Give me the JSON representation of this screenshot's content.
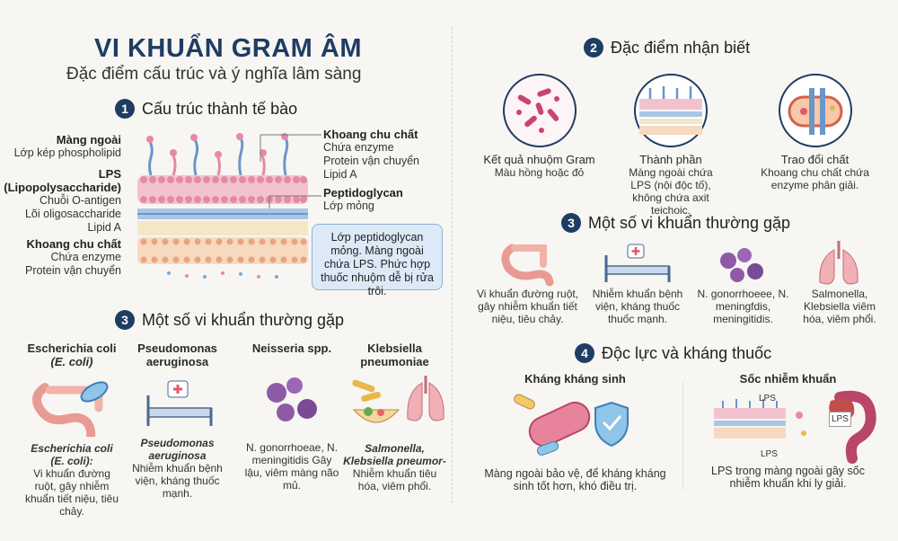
{
  "header": {
    "title": "VI KHUẨN GRAM ÂM",
    "subtitle": "Đặc điểm cấu trúc và ý nghĩa lâm sàng"
  },
  "section1": {
    "num": "1",
    "title": "Cấu trúc thành tế bào",
    "left_labels": [
      {
        "title": "Màng ngoài",
        "lines": [
          "Lớp kép phospholipid"
        ]
      },
      {
        "title": "LPS\n(Lipopolysaccharide)",
        "lines": [
          "Chuỗi O-antigen",
          "Lõi oligosaccharide",
          "Lipid A"
        ]
      },
      {
        "title": "Khoang chu chất",
        "lines": [
          "Chứa enzyme",
          "Protein vận chuyển"
        ]
      }
    ],
    "right_labels": [
      {
        "title": "Khoang chu chất",
        "lines": [
          "Chứa enzyme",
          "Protein vận chuyển",
          "Lipid A"
        ]
      },
      {
        "title": "Peptidoglycan",
        "lines": [
          "Lớp mỏng"
        ]
      }
    ],
    "note": "Lớp peptidoglycan mỏng. Màng ngoài chứa LPS. Phức hợp thuốc nhuộm dễ bị rửa trôi."
  },
  "section3_left": {
    "num": "3",
    "title": "Một số vi khuẩn thường gặp",
    "cards": [
      {
        "title": "Escherichia coli",
        "title2": "(E. coli)",
        "sub": "Escherichia coli (E. coli):",
        "text": "Vi khuẩn đường ruột, gây nhiễm khuẩn tiết niệu, tiêu chảy."
      },
      {
        "title": "Pseudomonas aeruginosa",
        "title2": "",
        "sub": "Pseudomonas aeruginosa",
        "text": "Nhiễm khuẩn bệnh viện, kháng thuốc mạnh."
      },
      {
        "title": "Neisseria spp.",
        "title2": "",
        "sub": "",
        "text": "N. gonorrhoeae, N. meningitidis Gây lậu, viêm màng não mủ."
      },
      {
        "title": "Klebsiella pneumoniae",
        "title2": "",
        "sub": "Salmonella, Klebsiella pneumor-",
        "text": "Nhiễm khuẩn tiêu hóa, viêm phổi."
      }
    ]
  },
  "section2": {
    "num": "2",
    "title": "Đặc điểm nhận biết",
    "items": [
      {
        "title": "Kết quả nhuộm Gram",
        "text": "Màu hồng hoặc đỏ"
      },
      {
        "title": "Thành phần",
        "text": "Màng ngoài chứa LPS (nội độc tố), không chứa axit teichoic."
      },
      {
        "title": "Trao đổi chất",
        "text": "Khoang chu chất chứa enzyme phân giải."
      }
    ]
  },
  "section3_right": {
    "num": "3",
    "title": "Một số vi khuẩn thường gặp",
    "items": [
      {
        "text": "Vi khuẩn đường ruột, gây nhiễm khuẩn tiết niệu, tiêu chảy."
      },
      {
        "text": "Nhiễm khuẩn bệnh viện, kháng thuốc thuốc mạnh."
      },
      {
        "text": "N. gonorrhoeee, N. meningfdis, meningitidis."
      },
      {
        "text": "Salmonella, Klebsiella viêm hóa, viêm phổi."
      }
    ]
  },
  "section4": {
    "num": "4",
    "title": "Độc lực và kháng thuốc",
    "items": [
      {
        "title": "Kháng kháng sinh",
        "text": "Màng ngoài bảo vệ, để kháng kháng sinh tốt hơn, khó điều trị."
      },
      {
        "title": "Sốc nhiễm khuẩn",
        "text": "LPS trong màng ngoài gây sốc nhiễm khuẩn khi ly giải.",
        "tags": [
          "LPS",
          "LPS",
          "LPS"
        ]
      }
    ]
  },
  "colors": {
    "navy": "#1f3d63",
    "pink": "#e58aa6",
    "blue": "#7aa8d8",
    "purple": "#8e5aa8"
  }
}
